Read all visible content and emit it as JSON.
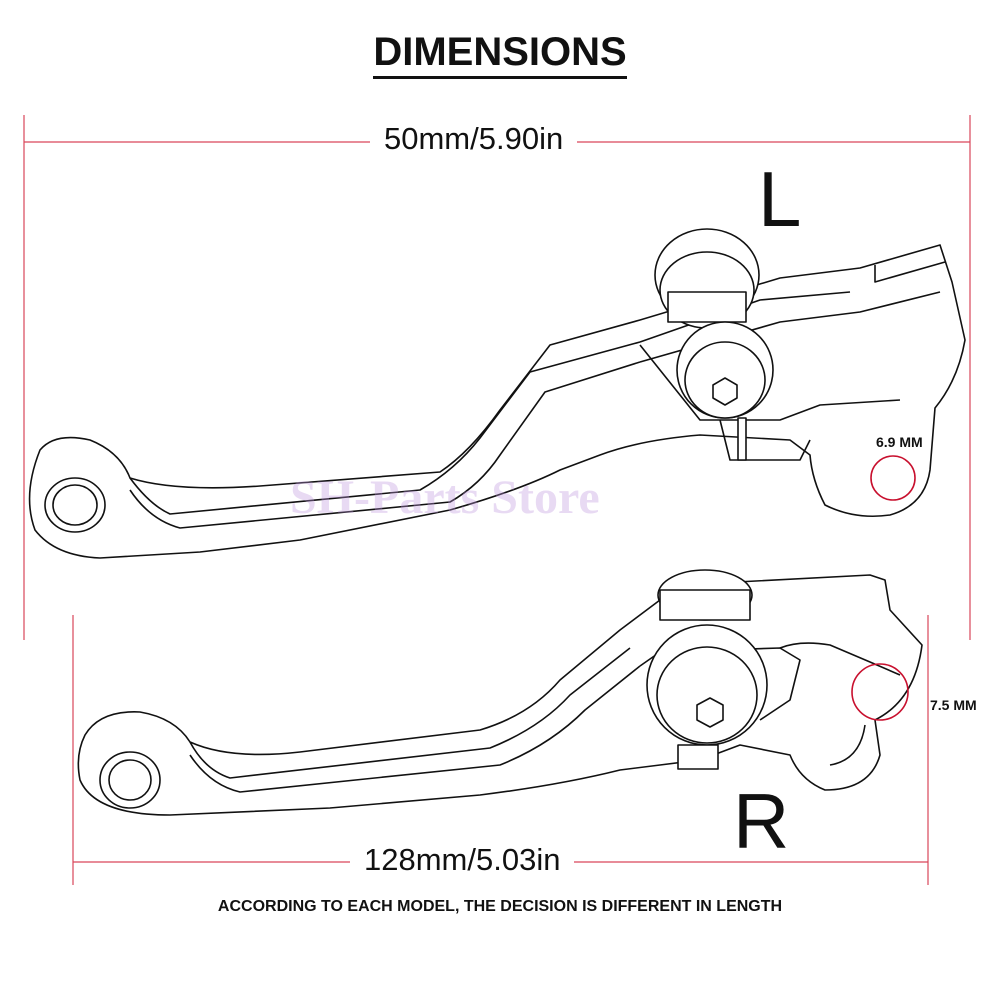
{
  "title": "DIMENSIONS",
  "top_dimension": "50mm/5.90in",
  "bottom_dimension": "128mm/5.03in",
  "left_lever": {
    "side": "L",
    "hole_size": "6.9 MM"
  },
  "right_lever": {
    "side": "R",
    "hole_size": "7.5 MM"
  },
  "watermark": "SH-Parts Store",
  "footnote": "ACCORDING TO EACH MODEL, THE DECISION IS DIFFERENT IN LENGTH",
  "colors": {
    "dimension_line": "#d9465a",
    "hole_ring": "#c8102e",
    "outline": "#111111"
  }
}
